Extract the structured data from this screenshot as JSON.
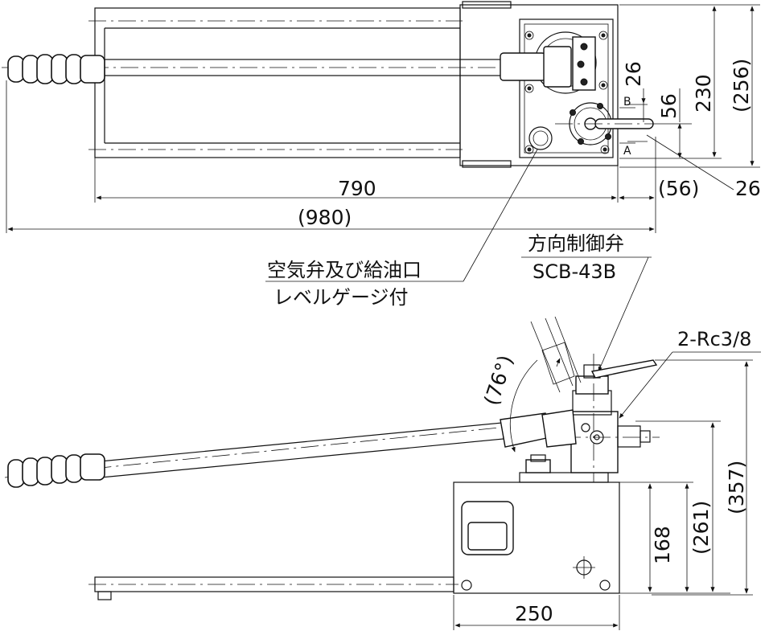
{
  "plan_view": {
    "dimensions": {
      "length_790": "790",
      "length_980": "(980)",
      "width_56": "(56)",
      "height_230": "230",
      "height_256": "(256)",
      "offset_26_top": "26",
      "spacing_56": "56",
      "offset_26_right": "26"
    },
    "port_labels": {
      "port_b": "B",
      "port_a": "A"
    }
  },
  "callouts": {
    "breather_line1": "空気弁及び給油口",
    "breather_line2": "レベルゲージ付",
    "valve_name": "方向制御弁",
    "valve_model": "SCB-43B",
    "port_spec": "2-Rc3/8"
  },
  "side_view": {
    "dimensions": {
      "angle": "(76°)",
      "height_168": "168",
      "height_261": "(261)",
      "height_357": "(357)",
      "width_250": "250"
    }
  }
}
